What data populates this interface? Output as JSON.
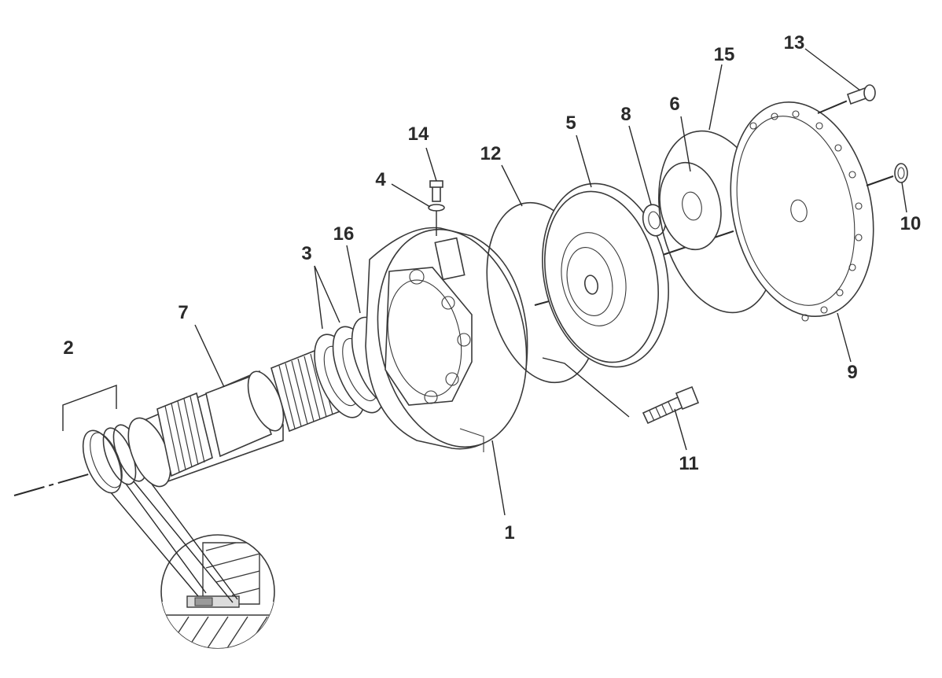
{
  "callouts": [
    {
      "id": "1",
      "text": "1"
    },
    {
      "id": "2",
      "text": "2"
    },
    {
      "id": "3",
      "text": "3"
    },
    {
      "id": "4",
      "text": "4"
    },
    {
      "id": "5",
      "text": "5"
    },
    {
      "id": "6",
      "text": "6"
    },
    {
      "id": "7",
      "text": "7"
    },
    {
      "id": "8",
      "text": "8"
    },
    {
      "id": "9",
      "text": "9"
    },
    {
      "id": "10",
      "text": "10"
    },
    {
      "id": "11",
      "text": "11"
    },
    {
      "id": "12",
      "text": "12"
    },
    {
      "id": "13",
      "text": "13"
    },
    {
      "id": "14",
      "text": "14"
    },
    {
      "id": "15",
      "text": "15"
    },
    {
      "id": "16",
      "text": "16"
    }
  ]
}
